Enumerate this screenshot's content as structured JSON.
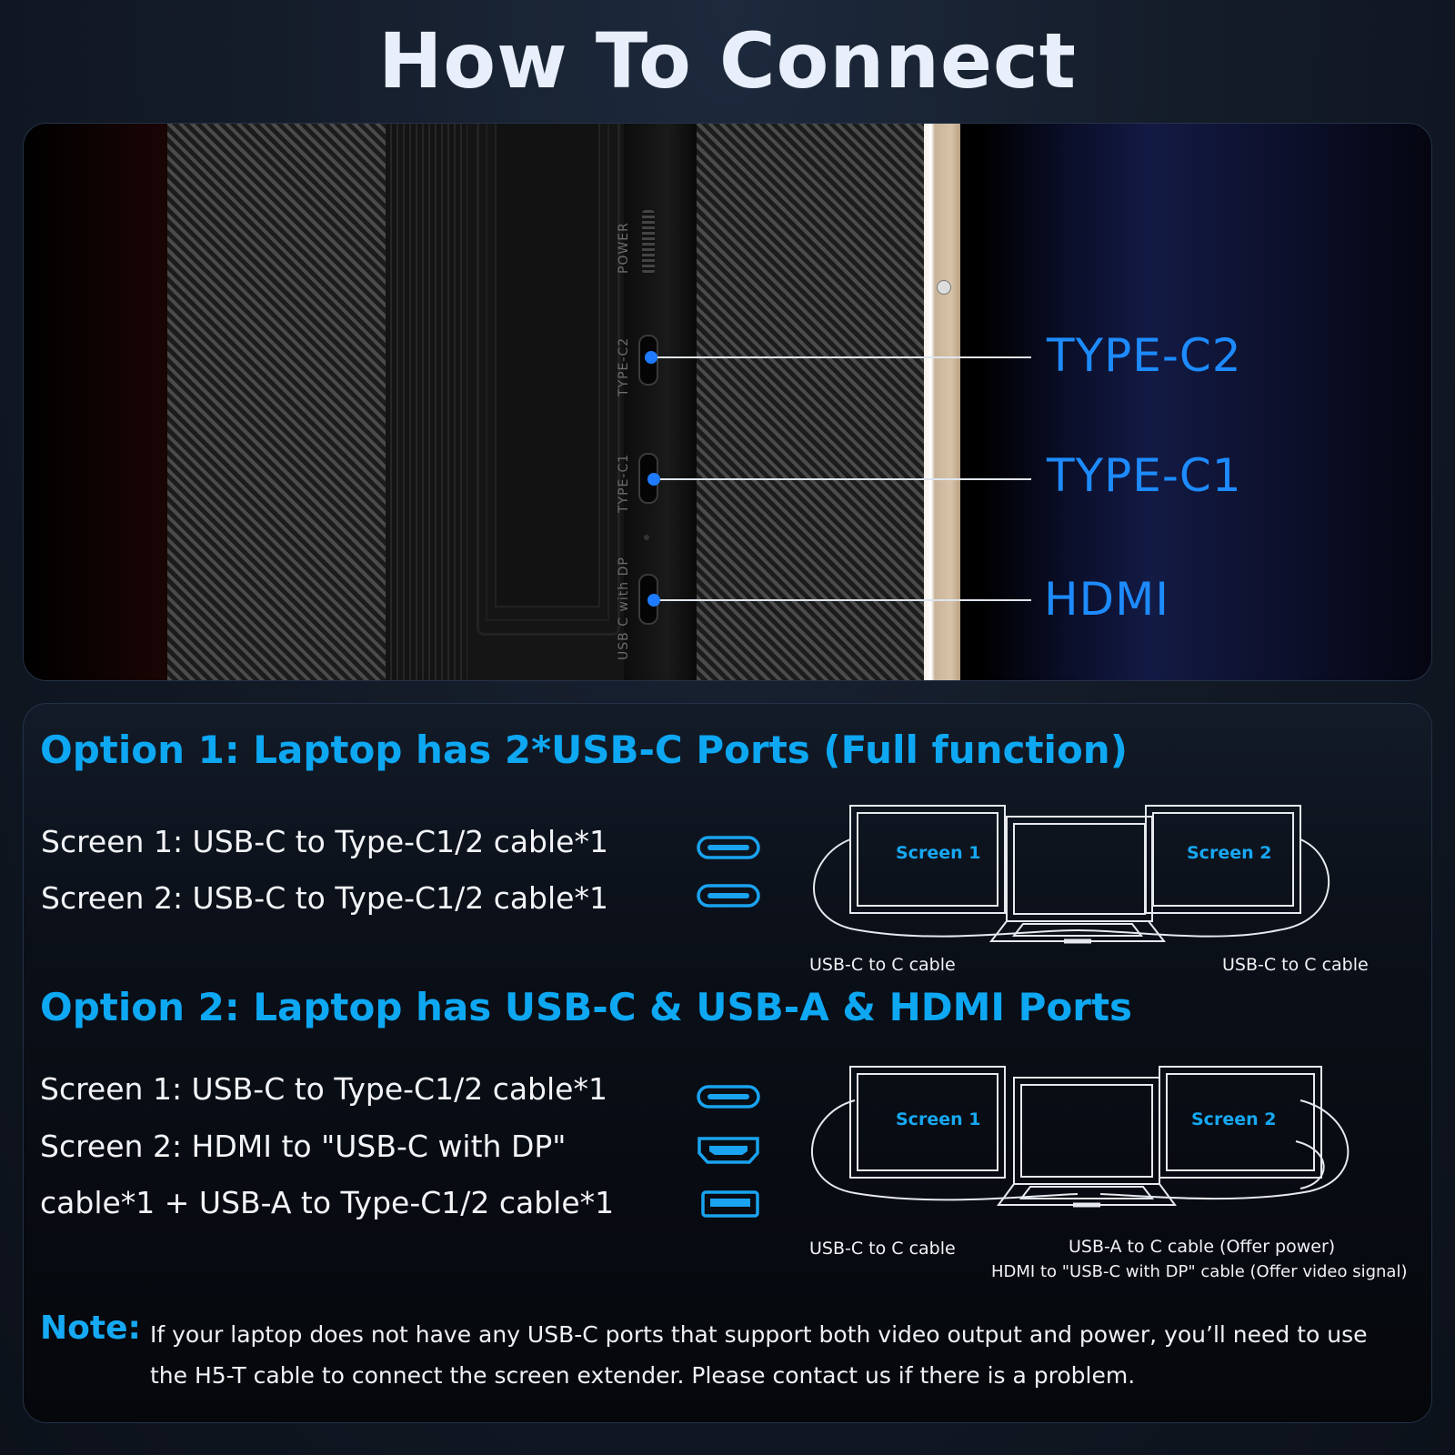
{
  "title": "How To Connect",
  "photo": {
    "device_labels": {
      "power": "POWER",
      "type_c2": "TYPE-C2",
      "type_c1": "TYPE-C1",
      "usb_c_dp": "USB C with DP"
    },
    "callouts": [
      "TYPE-C2",
      "TYPE-C1",
      "HDMI"
    ],
    "accent_color": "#1d8bff"
  },
  "option1": {
    "heading": "Option 1: Laptop has  2*USB-C Ports (Full function)",
    "lines": [
      {
        "text": "Screen 1: USB-C to Type-C1/2 cable*1",
        "icon": "usb-c-cable-icon"
      },
      {
        "text": "Screen 2: USB-C to Type-C1/2 cable*1",
        "icon": "usb-c-cable-icon"
      }
    ],
    "diagram": {
      "screen1": "Screen 1",
      "screen2": "Screen 2",
      "caption_left": "USB-C to C cable",
      "caption_right": "USB-C to C cable"
    }
  },
  "option2": {
    "heading": "Option 2: Laptop has USB-C & USB-A & HDMI Ports",
    "lines": [
      {
        "text": "Screen 1: USB-C to Type-C1/2 cable*1",
        "icon": "usb-c-cable-icon"
      },
      {
        "text": "Screen 2:  HDMI to \"USB-C with DP\"",
        "icon": "hdmi-cable-icon"
      },
      {
        "text": "cable*1 + USB-A to Type-C1/2 cable*1",
        "icon": "usb-a-cable-icon"
      }
    ],
    "diagram": {
      "screen1": "Screen 1",
      "screen2": "Screen 2",
      "caption_left": "USB-C to C cable",
      "caption_right_1": "USB-A to C cable (Offer power)",
      "caption_right_2": "HDMI to \"USB-C with DP\"  cable (Offer video signal)"
    }
  },
  "note": {
    "label": "Note:",
    "text": "If your laptop does not have any USB-C ports that support both video output and power, you’ll need to use the H5-T cable to connect the screen extender. Please contact us if there is a problem."
  },
  "colors": {
    "heading_blue": "#0ea7f2",
    "background": "#0c111a"
  }
}
